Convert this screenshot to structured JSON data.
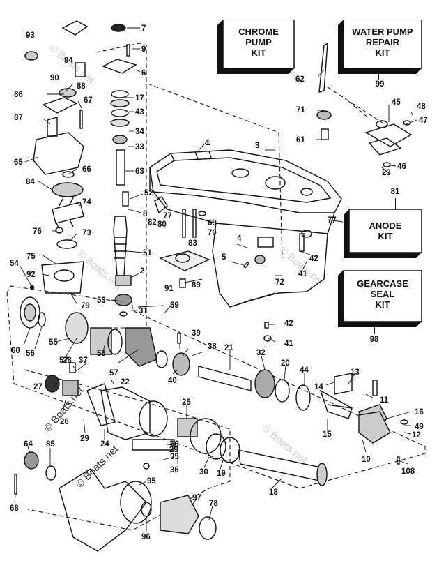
{
  "kits": {
    "chrome_pump": "CHROME\nPUMP\nKIT",
    "water_pump_repair": "WATER PUMP\nREPAIR\nKIT",
    "anode": "ANODE\nKIT",
    "gearcase_seal": "GEARCASE\nSEAL\nKIT"
  },
  "kit_refs": {
    "water_pump_repair": "99",
    "anode": "81",
    "gearcase_seal": "98"
  },
  "watermark": "© Boats.net",
  "callouts": {
    "c1": "1",
    "c2": "2",
    "c3": "3",
    "c4": "4",
    "c5": "5",
    "c6": "6",
    "c7": "7",
    "c8": "8",
    "c9": "9",
    "c10": "10",
    "c11": "11",
    "c12": "12",
    "c13": "13",
    "c14": "14",
    "c15": "15",
    "c16": "16",
    "c17": "17",
    "c18": "18",
    "c19": "19",
    "c20": "20",
    "c21": "21",
    "c22": "22",
    "c23": "23",
    "c24": "24",
    "c25": "25",
    "c26": "26",
    "c27": "27",
    "c28": "28",
    "c29a": "29",
    "c29b": "29",
    "c30": "30",
    "c31": "31",
    "c32": "32",
    "c33": "33",
    "c34": "34",
    "c35": "35",
    "c36": "36",
    "c37": "37",
    "c38": "38",
    "c39": "39",
    "c40": "40",
    "c41a": "41",
    "c41b": "41",
    "c42a": "42",
    "c42b": "42",
    "c43": "43",
    "c44": "44",
    "c45": "45",
    "c46": "46",
    "c47": "47",
    "c48": "48",
    "c49": "49",
    "c50": "50",
    "c51": "51",
    "c52": "52",
    "c53": "53",
    "c54": "54",
    "c55": "55",
    "c56": "56",
    "c57a": "57",
    "c57b": "57",
    "c58": "58",
    "c59": "59",
    "c60": "60",
    "c61": "61",
    "c62": "62",
    "c63": "63",
    "c64": "64",
    "c65": "65",
    "c66": "66",
    "c67": "67",
    "c68": "68",
    "c69": "69",
    "c70": "70",
    "c71": "71",
    "c72": "72",
    "c73": "73",
    "c74": "74",
    "c75": "75",
    "c76": "76",
    "c77a": "77",
    "c77b": "77",
    "c78": "78",
    "c79": "79",
    "c80": "80",
    "c82": "82",
    "c83": "83",
    "c84": "84",
    "c85": "85",
    "c86": "86",
    "c87": "87",
    "c88": "88",
    "c89": "89",
    "c90": "90",
    "c91": "91",
    "c92": "92",
    "c93": "93",
    "c94": "94",
    "c95": "95",
    "c96": "96",
    "c97": "97",
    "c108": "108"
  }
}
